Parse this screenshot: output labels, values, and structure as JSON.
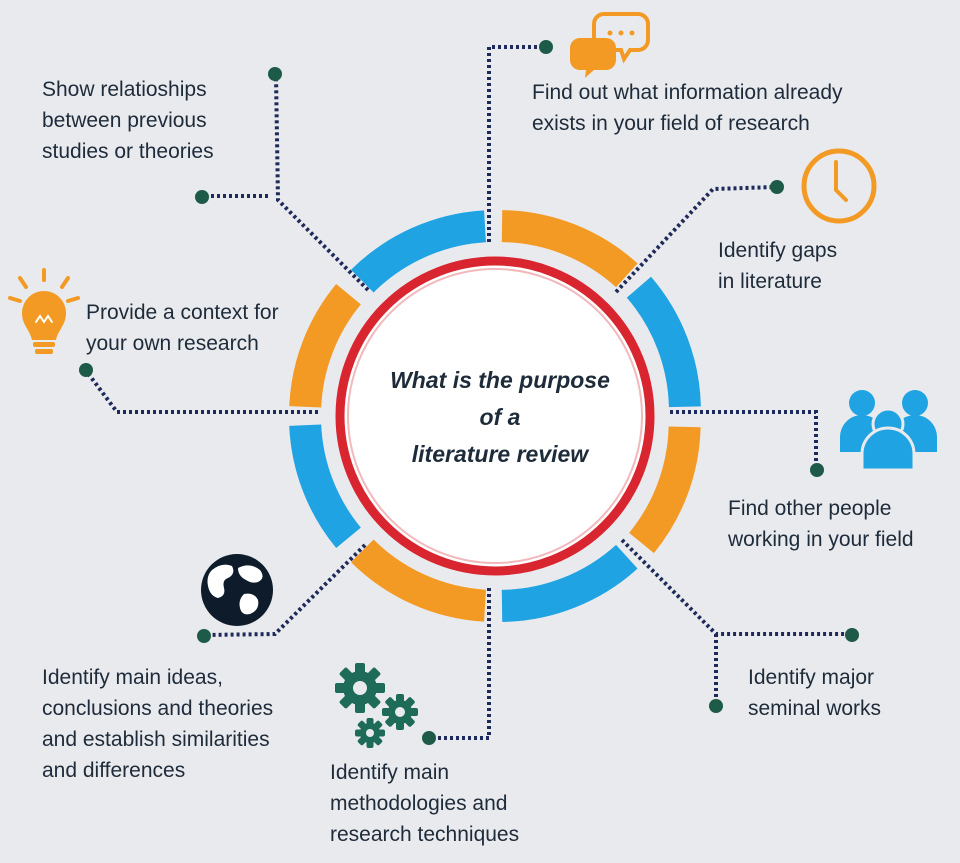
{
  "center": {
    "title_lines": [
      "What is the purpose",
      "of a",
      "literature review"
    ]
  },
  "items": [
    {
      "id": "relationships",
      "icon": "none",
      "lines": [
        "Show relatioships",
        "between previous",
        "studies or theories"
      ]
    },
    {
      "id": "existing-info",
      "icon": "chat-bubbles-icon",
      "lines": [
        "Find out what information already",
        "exists in your field of research"
      ]
    },
    {
      "id": "gaps",
      "icon": "clock-icon",
      "lines": [
        "Identify gaps",
        "in literature"
      ]
    },
    {
      "id": "context",
      "icon": "lightbulb-icon",
      "lines": [
        "Provide a context for",
        "your own research"
      ]
    },
    {
      "id": "people",
      "icon": "people-group-icon",
      "lines": [
        "Find other people",
        "working in your field"
      ]
    },
    {
      "id": "main-ideas",
      "icon": "globe-icon",
      "lines": [
        "Identify main ideas,",
        "conclusions and theories",
        "and establish similarities",
        "and differences"
      ]
    },
    {
      "id": "methodologies",
      "icon": "gears-icon",
      "lines": [
        "Identify main",
        "methodologies and",
        "research techniques"
      ]
    },
    {
      "id": "seminal",
      "icon": "none",
      "lines": [
        "Identify major",
        "seminal works"
      ]
    }
  ],
  "colors": {
    "background": "#e9eaed",
    "ring_blue": "#1fa3e3",
    "ring_orange": "#f39a24",
    "ring_red": "#d9252f",
    "connector": "#1e2a5a",
    "dot": "#1e5a48",
    "text": "#1e2b3a"
  }
}
